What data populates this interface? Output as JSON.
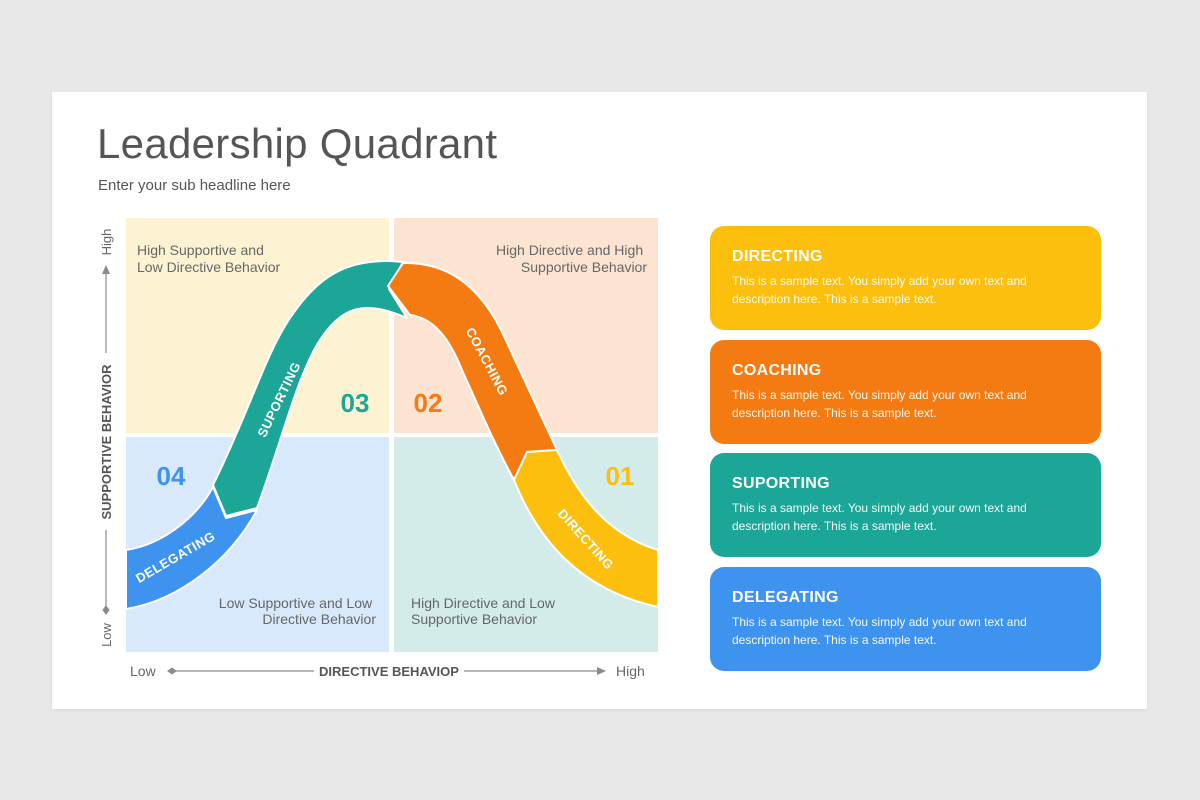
{
  "title": "Leadership Quadrant",
  "subtitle": "Enter your sub headline here",
  "colors": {
    "directing": "#fdbf0e",
    "coaching": "#f47b12",
    "supporting": "#1ba697",
    "delegating": "#3d93ee",
    "q_top_left": "#fdf3d2",
    "q_top_right": "#fde4d2",
    "q_bottom_left": "#d9e9fc",
    "q_bottom_right": "#d3ecea"
  },
  "quadrants": {
    "top_left": "High Supportive and Low Directive Behavior",
    "top_right": "High Directive and High Supportive Behavior",
    "bottom_left": "Low Supportive and Low Directive Behavior",
    "bottom_right": "High Directive and Low Supportive Behavior"
  },
  "numbers": {
    "n01": "01",
    "n02": "02",
    "n03": "03",
    "n04": "04"
  },
  "arrows": {
    "delegating": "DELEGATING",
    "supporting": "SUPORTING",
    "coaching": "COACHING",
    "directing": "DIRECTING"
  },
  "axes": {
    "y_label": "SUPPORTIVE BEHAVIOR",
    "y_high": "High",
    "y_low": "Low",
    "x_label": "DIRECTIVE BEHAVIOP",
    "x_low": "Low",
    "x_high": "High"
  },
  "cards": [
    {
      "title": "DIRECTING",
      "desc": "This is a sample text. You simply add your own text and description here. This is a sample text."
    },
    {
      "title": "COACHING",
      "desc": "This is a sample text. You simply add your own text and description here. This is a sample text."
    },
    {
      "title": "SUPORTING",
      "desc": "This is a sample text. You simply add your own text and description here. This is a sample text."
    },
    {
      "title": "DELEGATING",
      "desc": "This is a sample text. You simply add your own text and description here. This is a sample text."
    }
  ]
}
